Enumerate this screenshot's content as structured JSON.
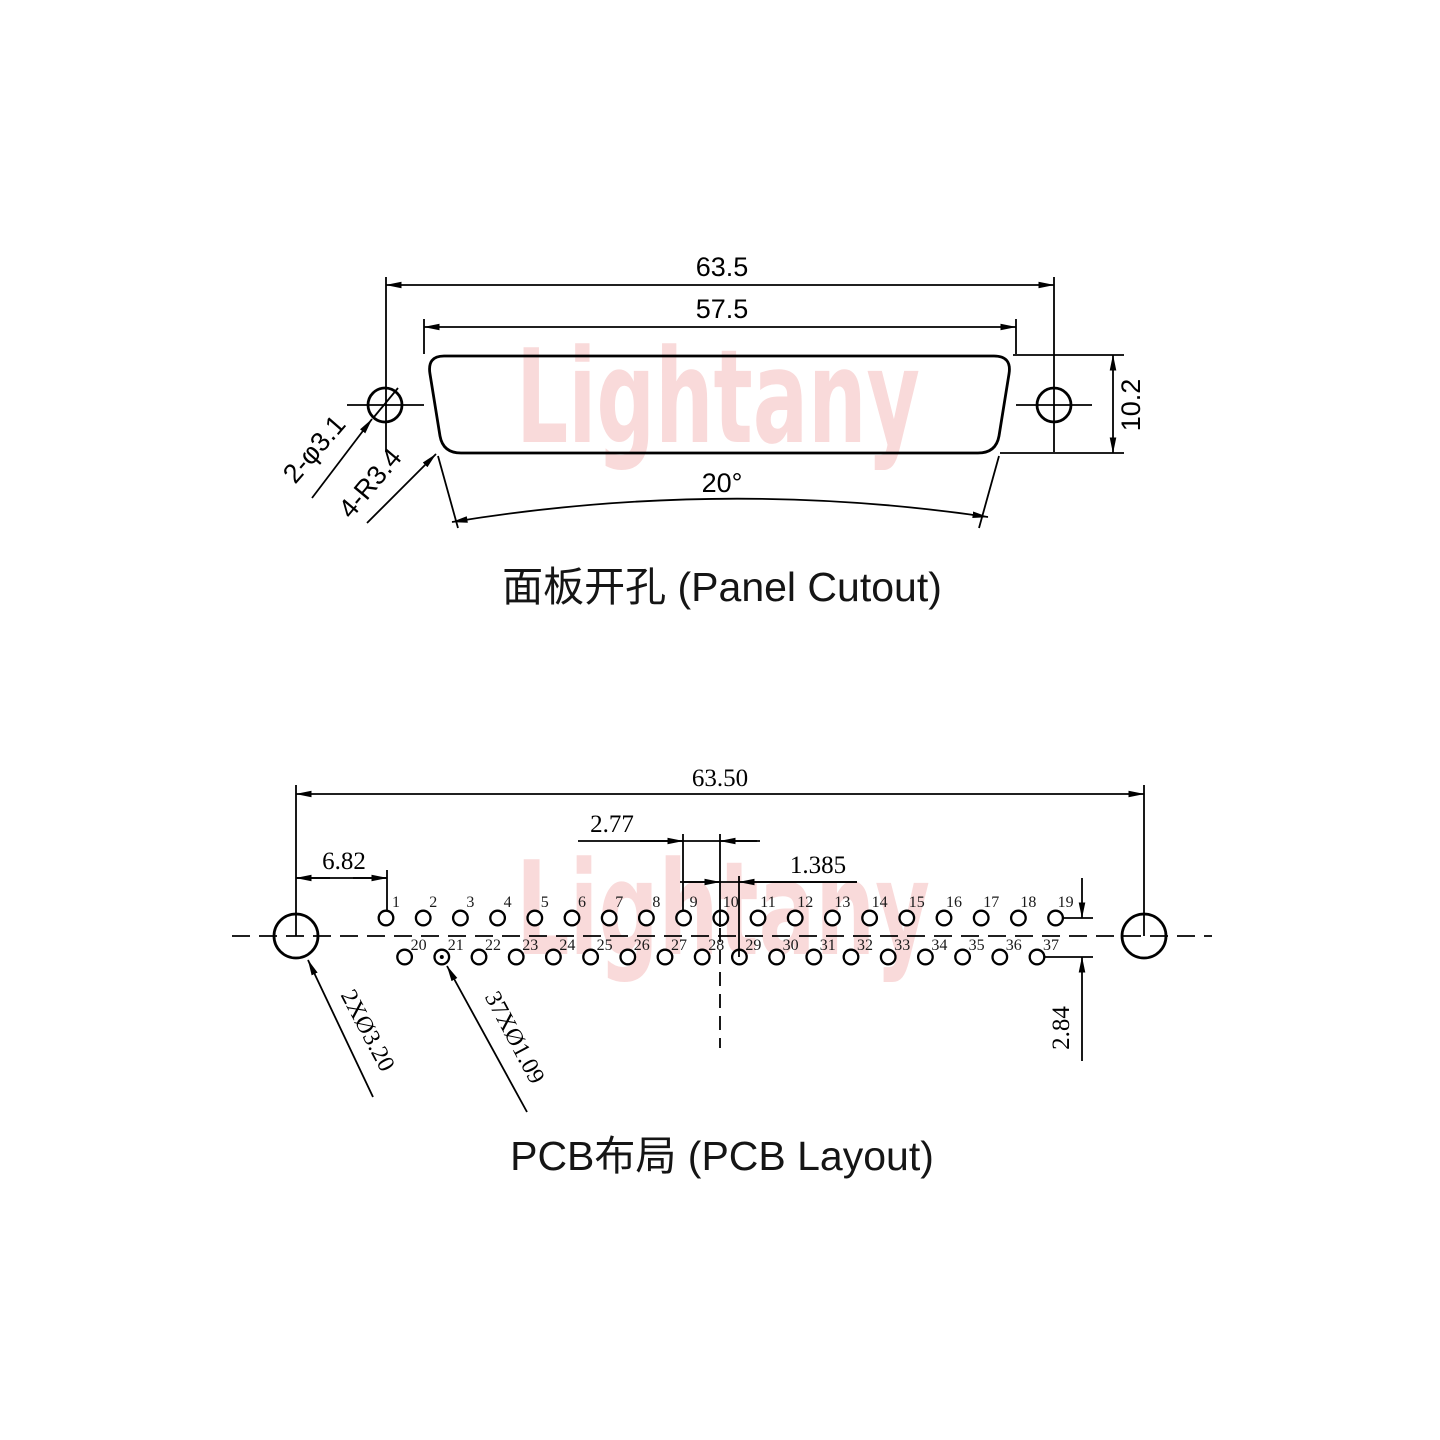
{
  "watermark": {
    "text": "Lightany"
  },
  "panel_cutout": {
    "title": "面板开孔 (Panel Cutout)",
    "dim_outer_width": "63.5",
    "dim_inner_width": "57.5",
    "dim_height": "10.2",
    "dim_angle": "20°",
    "label_mount_holes": "2-φ3.1",
    "label_corner_radius": "4-R3.4"
  },
  "pcb_layout": {
    "title": "PCB布局 (PCB Layout)",
    "dim_outer_width": "63.50",
    "dim_first_pin_offset": "6.82",
    "dim_pin_pitch": "2.77",
    "dim_row_offset": "1.385",
    "dim_row_spacing": "2.84",
    "label_mount_holes": "2XØ3.20",
    "label_pin_holes": "37XØ1.09",
    "pins_top": [
      "1",
      "2",
      "3",
      "4",
      "5",
      "6",
      "7",
      "8",
      "9",
      "10",
      "11",
      "12",
      "13",
      "14",
      "15",
      "16",
      "17",
      "18",
      "19"
    ],
    "pins_bottom": [
      "20",
      "21",
      "22",
      "23",
      "24",
      "25",
      "26",
      "27",
      "28",
      "29",
      "30",
      "31",
      "32",
      "33",
      "34",
      "35",
      "36",
      "37"
    ]
  }
}
